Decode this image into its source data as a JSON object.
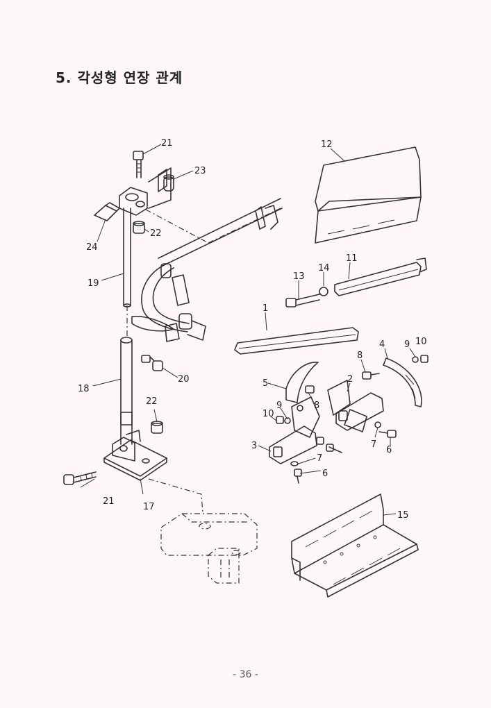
{
  "page": {
    "title": "5. 각성형 연장 관계",
    "footer": "- 36 -"
  },
  "callouts": [
    {
      "id": "c21a",
      "label": "21"
    },
    {
      "id": "c23",
      "label": "23"
    },
    {
      "id": "c24",
      "label": "24"
    },
    {
      "id": "c22a",
      "label": "22"
    },
    {
      "id": "c19",
      "label": "19"
    },
    {
      "id": "c12",
      "label": "12"
    },
    {
      "id": "c11",
      "label": "11"
    },
    {
      "id": "c14",
      "label": "14"
    },
    {
      "id": "c13",
      "label": "13"
    },
    {
      "id": "c1",
      "label": "1"
    },
    {
      "id": "c18",
      "label": "18"
    },
    {
      "id": "c20",
      "label": "20"
    },
    {
      "id": "c22b",
      "label": "22"
    },
    {
      "id": "c21b",
      "label": "21"
    },
    {
      "id": "c17",
      "label": "17"
    },
    {
      "id": "c4",
      "label": "4"
    },
    {
      "id": "c9a",
      "label": "9"
    },
    {
      "id": "c10a",
      "label": "10"
    },
    {
      "id": "c8a",
      "label": "8"
    },
    {
      "id": "c2",
      "label": "2"
    },
    {
      "id": "c5",
      "label": "5"
    },
    {
      "id": "c9b",
      "label": "9"
    },
    {
      "id": "c8b",
      "label": "8"
    },
    {
      "id": "c10b",
      "label": "10"
    },
    {
      "id": "c3",
      "label": "3"
    },
    {
      "id": "c7a",
      "label": "7"
    },
    {
      "id": "c6a",
      "label": "6"
    },
    {
      "id": "c7b",
      "label": "7"
    },
    {
      "id": "c6b",
      "label": "6"
    },
    {
      "id": "c15",
      "label": "15"
    }
  ]
}
